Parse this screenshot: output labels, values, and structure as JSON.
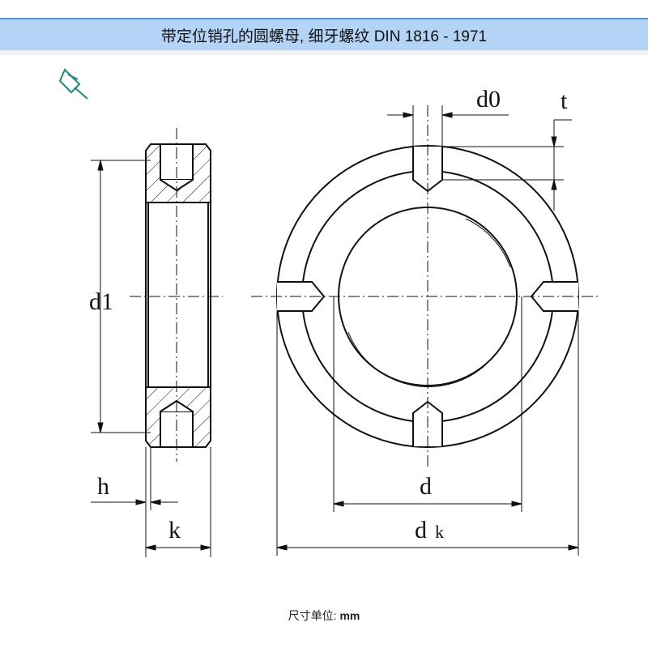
{
  "header": {
    "title": "带定位销孔的圆螺母, 细牙螺纹 DIN 1816 - 1971"
  },
  "icons": {
    "pin": "pushpin-icon",
    "pin_color": "#1a8a7a"
  },
  "drawing": {
    "labels": {
      "d0": "d0",
      "t": "t",
      "d1": "d1",
      "h": "h",
      "k": "k",
      "d": "d",
      "dk_main": "d",
      "dk_sub": "k"
    }
  },
  "footer": {
    "unit_label": "尺寸单位:",
    "unit_value": "mm"
  }
}
